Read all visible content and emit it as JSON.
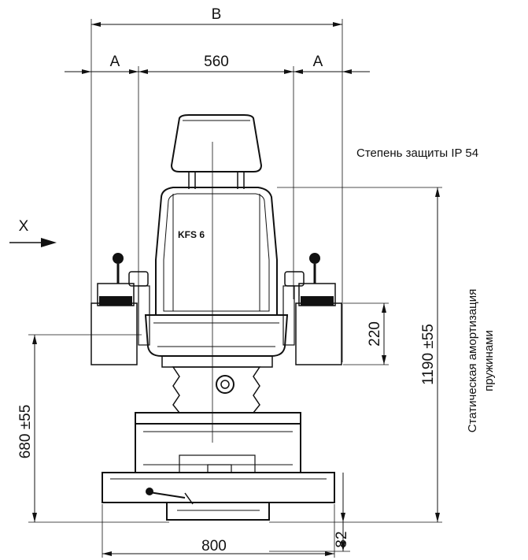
{
  "dimensions": {
    "width_total": "B",
    "side_offset_left": "A",
    "side_offset_right": "A",
    "inner_width": "560",
    "armrest_height": "220",
    "seat_height": "680 ±55",
    "overall_height": "1190 ±55",
    "base_width": "800",
    "base_height": "82"
  },
  "labels": {
    "view_direction": "X",
    "model": "KFS 6",
    "protection": "Степень защиты IP 54",
    "suspension_line1": "Статическая амортизация",
    "suspension_line2": "пружинами"
  }
}
